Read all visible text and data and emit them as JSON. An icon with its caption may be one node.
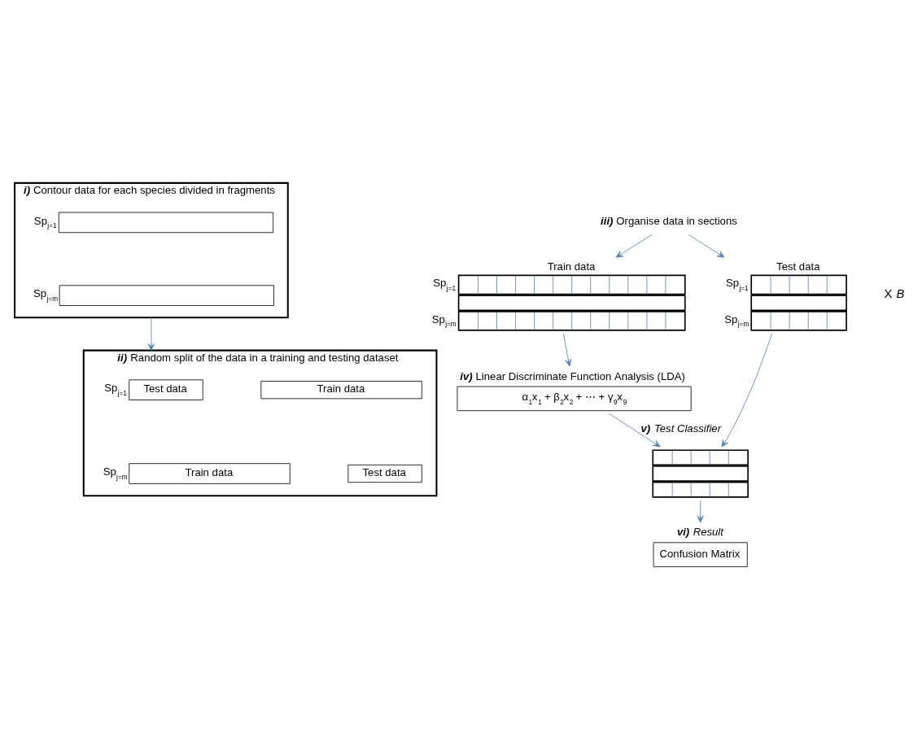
{
  "diagram": {
    "nodes": [
      {
        "text": [
          "**i)** Contour data for each species divided in fragments"
        ]
      },
      {
        "text": [],
        "shape": "bar",
        "in": 0,
        "beside": [
          "Sp$_{j=1}$"
        ]
      },
      {
        "text": [],
        "shape": "bar",
        "in": 0,
        "beside": [
          "Sp$_{j=m}$"
        ]
      },
      {
        "text": [
          "**ii)** Random split of the data in a training and testing dataset"
        ]
      },
      {
        "text": [
          "Test data"
        ],
        "in": 3,
        "beside": [
          "Sp$_{j=1}$"
        ]
      },
      {
        "text": [
          "Train data"
        ],
        "in": 3
      },
      {
        "text": [
          "Train data"
        ],
        "in": 3,
        "beside": [
          "Sp$_{j=m}$"
        ]
      },
      {
        "text": [
          "Test data"
        ],
        "in": 3
      },
      {
        "text": [
          "**iii)** Organise data in sections"
        ]
      },
      {
        "text": [
          "Train data"
        ],
        "beside": [
          "Sp$_{j=1}$",
          "Sp$_{j=m}$"
        ]
      },
      {
        "text": [
          "Test data"
        ],
        "beside": [
          "Sp$_{j=1}$",
          "Sp$_{j=m}$"
        ]
      },
      {
        "text": [
          "**iv)** Linear Discriminate Function Analysis (LDA)",
          "α$_{1}$x$_{1}$ + β$_{2}$x$_{2}$ + ⋯ + γ$_{9}$x$_{9}$"
        ]
      },
      {
        "text": [],
        "shape": "box"
      },
      {
        "text": [
          "**vi)** *Result*",
          "Confusion Matrix"
        ]
      }
    ],
    "edges": [
      {
        "from": 0,
        "to": 3,
        "arrow": "to"
      },
      {
        "from": 8,
        "to": 9,
        "arrow": "to"
      },
      {
        "from": 8,
        "to": 10,
        "arrow": "to"
      },
      {
        "from": 9,
        "to": 11,
        "arrow": "to"
      },
      {
        "from": 11,
        "to": 12,
        "arrow": "to",
        "label": "**v)** *Test Classifier*"
      },
      {
        "from": 10,
        "to": 12,
        "arrow": "to"
      },
      {
        "from": 12,
        "to": 13,
        "arrow": "to"
      }
    ],
    "labels": [
      "X *B*"
    ]
  }
}
